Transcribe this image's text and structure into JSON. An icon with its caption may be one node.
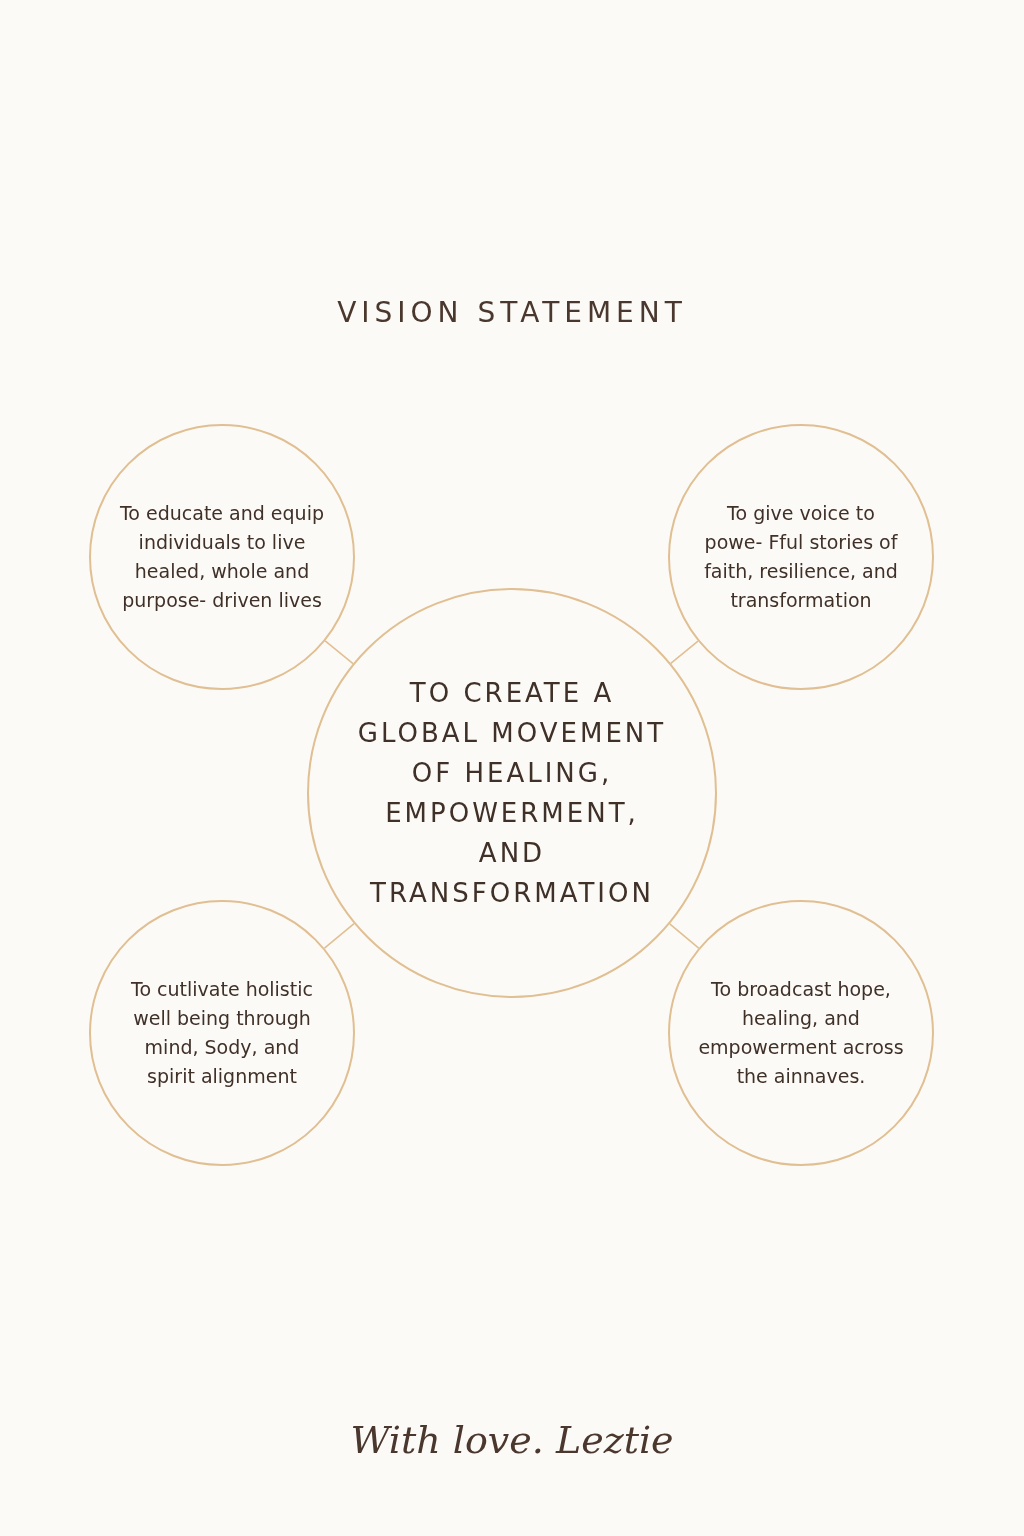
{
  "diagram": {
    "nodes": [
      {
        "text": [
          "To educate and equip individuals to live healed, whole and purpose- driven lives"
        ]
      },
      {
        "text": [
          "To give voice to powe- Fful stories of faith, resilience, and transformation"
        ]
      },
      {
        "text": [
          "TO CREATE A GLOBAL MOVEMENT OF HEALING, EMPOWERMENT, AND TRANSFORMATION"
        ]
      },
      {
        "text": [
          "To cutlivate holistic well being through mind, Sody, and spirit alignment"
        ]
      },
      {
        "text": [
          "To broadcast hope, healing, and empowerment across the ainnaves."
        ]
      }
    ],
    "edges": [
      {
        "from": 2,
        "to": 0,
        "arrow": "none"
      },
      {
        "from": 2,
        "to": 1,
        "arrow": "none"
      },
      {
        "from": 2,
        "to": 3,
        "arrow": "none"
      },
      {
        "from": 2,
        "to": 4,
        "arrow": "none"
      }
    ],
    "labels": [
      "VISION STATEMENT",
      "With love. Leztie"
    ]
  }
}
